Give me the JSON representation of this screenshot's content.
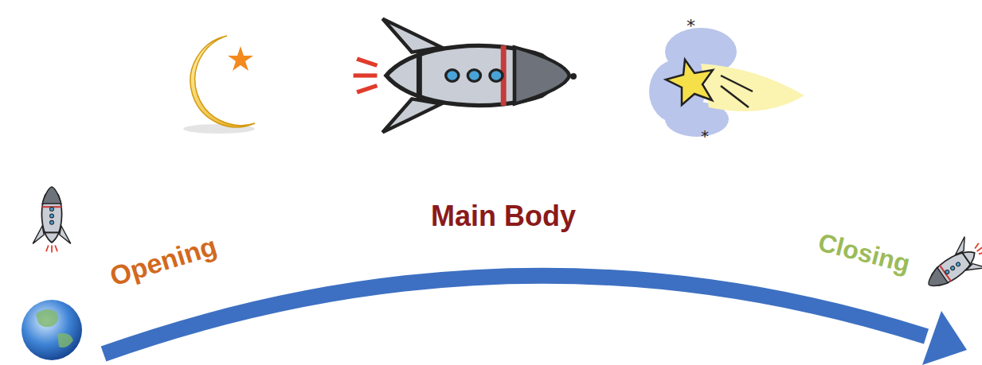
{
  "diagram": {
    "labels": [
      "Opening",
      "Main Body",
      "Closing"
    ]
  }
}
